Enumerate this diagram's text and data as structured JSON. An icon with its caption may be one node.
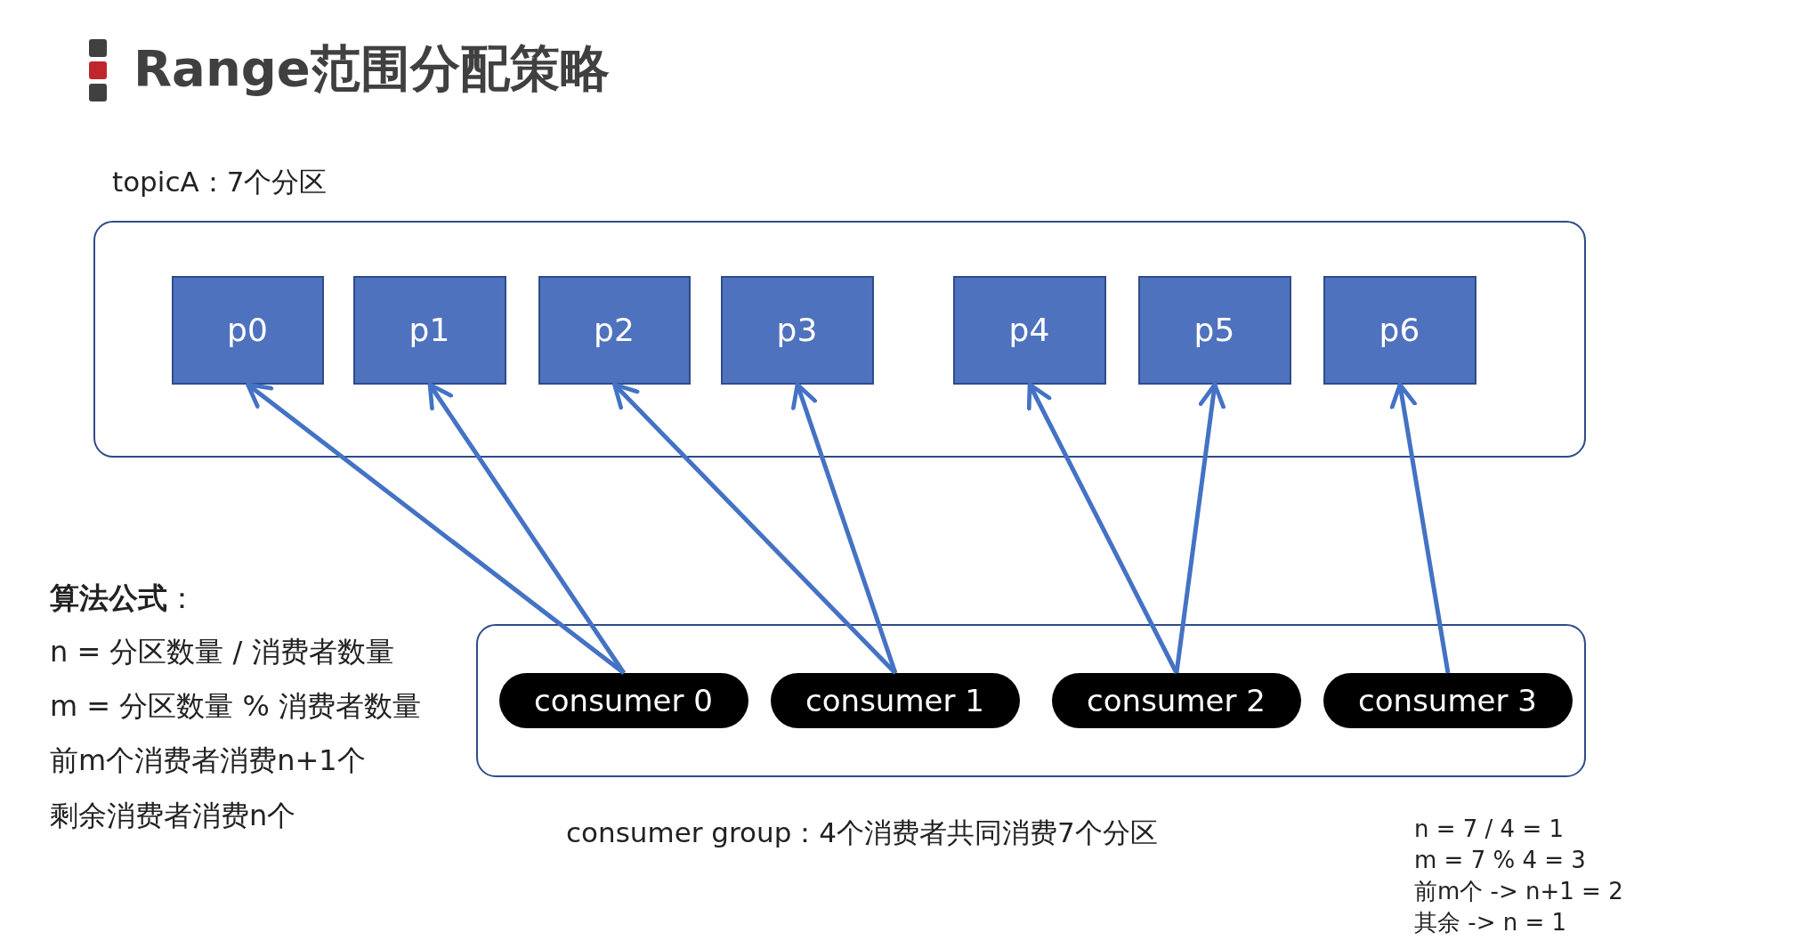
{
  "diagram": {
    "title": "Range范围分配策略",
    "nodes": [
      {
        "text": [],
        "shape": "box",
        "beside": [
          "topicA：7个分区"
        ]
      },
      {
        "text": [
          "p0"
        ],
        "in": 0
      },
      {
        "text": [
          "p1"
        ],
        "in": 0
      },
      {
        "text": [
          "p2"
        ],
        "in": 0
      },
      {
        "text": [
          "p3"
        ],
        "in": 0
      },
      {
        "text": [
          "p4"
        ],
        "in": 0
      },
      {
        "text": [
          "p5"
        ],
        "in": 0
      },
      {
        "text": [
          "p6"
        ],
        "in": 0
      },
      {
        "text": [],
        "shape": "box",
        "beside": [
          "consumer group：4个消费者共同消费7个分区"
        ]
      },
      {
        "text": [
          "consumer 0"
        ],
        "in": 8
      },
      {
        "text": [
          "consumer 1"
        ],
        "in": 8
      },
      {
        "text": [
          "consumer 2"
        ],
        "in": 8
      },
      {
        "text": [
          "consumer 3"
        ],
        "in": 8
      }
    ],
    "edges": [
      {
        "from": 9,
        "to": 1,
        "arrow": "to"
      },
      {
        "from": 9,
        "to": 2,
        "arrow": "to"
      },
      {
        "from": 10,
        "to": 3,
        "arrow": "to"
      },
      {
        "from": 10,
        "to": 4,
        "arrow": "to"
      },
      {
        "from": 11,
        "to": 5,
        "arrow": "to"
      },
      {
        "from": 11,
        "to": 6,
        "arrow": "to"
      },
      {
        "from": 12,
        "to": 7,
        "arrow": "to"
      }
    ],
    "labels": [
      "**算法公式**：",
      "n = 分区数量 / 消费者数量",
      "m = 分区数量 % 消费者数量",
      "前m个消费者消费n+1个",
      "剩余消费者消费n个",
      "n = 7 / 4 = 1",
      "m = 7 % 4 = 3",
      "前m个 -> n+1 = 2",
      "其余 -> n = 1"
    ]
  }
}
